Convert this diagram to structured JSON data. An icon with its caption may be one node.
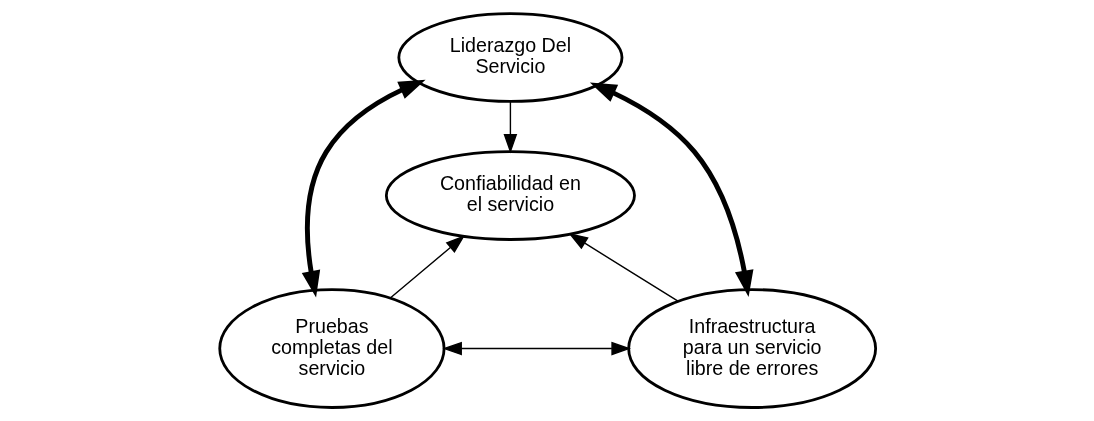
{
  "diagram": {
    "nodes": [
      {
        "text": [
          "Liderazgo Del Servicio"
        ]
      },
      {
        "text": [
          "Confiabilidad en el servicio"
        ]
      },
      {
        "text": [
          "Pruebas completas del servicio"
        ]
      },
      {
        "text": [
          "Infraestructura para un servicio libre de errores"
        ]
      }
    ],
    "edges": [
      {
        "from": 0,
        "to": 1,
        "arrow": "to"
      },
      {
        "from": 0,
        "to": 2,
        "arrow": "both",
        "style": "thick"
      },
      {
        "from": 0,
        "to": 3,
        "arrow": "both",
        "style": "thick"
      },
      {
        "from": 2,
        "to": 1,
        "arrow": "to"
      },
      {
        "from": 3,
        "to": 1,
        "arrow": "to"
      },
      {
        "from": 2,
        "to": 3,
        "arrow": "both"
      }
    ]
  }
}
